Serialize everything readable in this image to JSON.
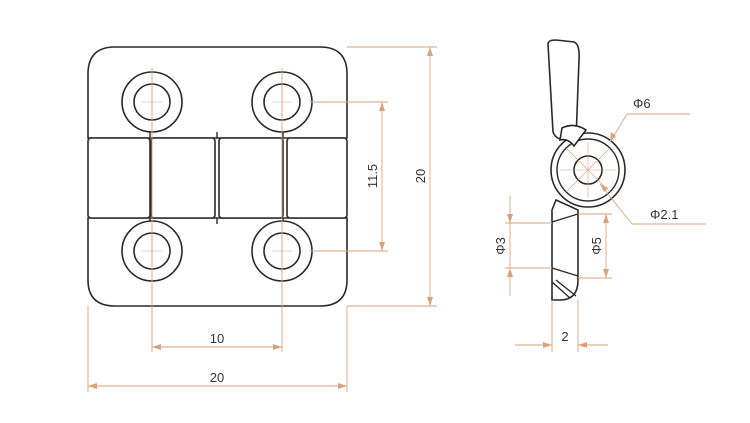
{
  "dimensions": {
    "front_center_spacing": "10",
    "front_overall_width": "20",
    "front_hole_spacing_vertical": "11.5",
    "front_overall_height": "20",
    "side_knuckle_outer_diameter": "Φ6",
    "side_pin_diameter": "Φ2.1",
    "side_hole_diameter_small": "Φ3",
    "side_hole_diameter_large": "Φ5",
    "side_thickness": "2"
  },
  "colors": {
    "outline": "#2a2a2a",
    "dimension": "#d9a27d",
    "text": "#333333"
  }
}
